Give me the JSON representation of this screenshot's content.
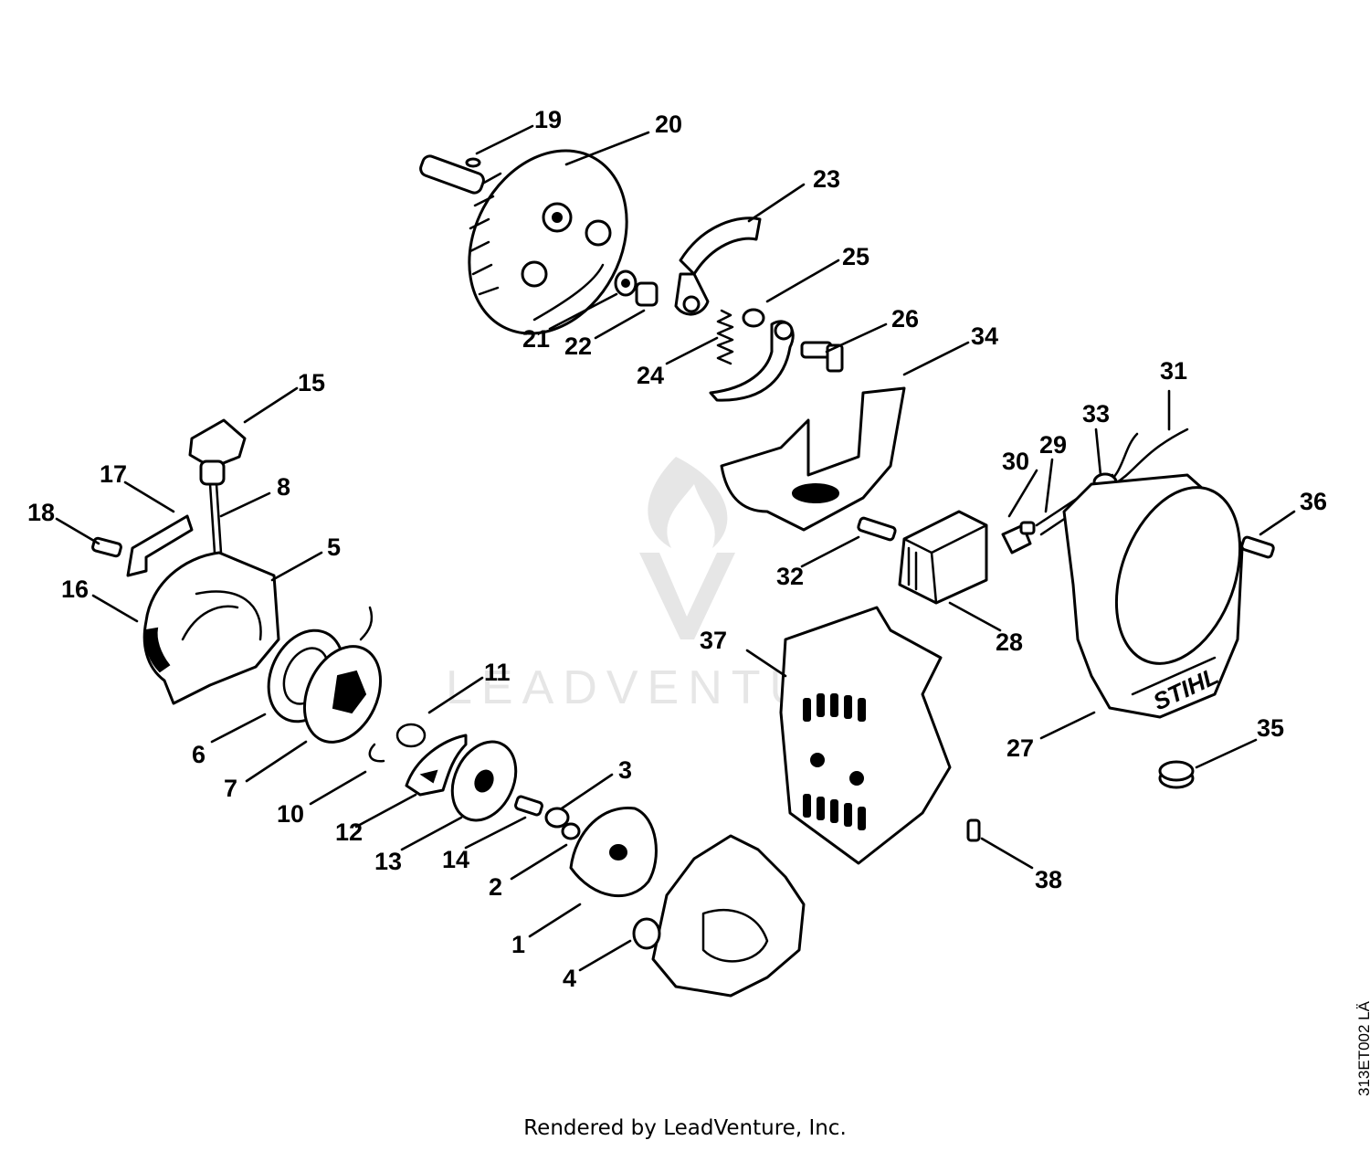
{
  "diagram": {
    "callouts": [
      "1",
      "2",
      "3",
      "4",
      "5",
      "6",
      "7",
      "8",
      "10",
      "11",
      "12",
      "13",
      "14",
      "15",
      "16",
      "17",
      "18",
      "19",
      "20",
      "21",
      "22",
      "23",
      "24",
      "25",
      "26",
      "27",
      "28",
      "29",
      "30",
      "31",
      "32",
      "33",
      "34",
      "35",
      "36",
      "37",
      "38"
    ],
    "brand_marking": "STIHL",
    "watermark": "LEADVENTURE",
    "drawing_code": "313ET002 LÄ"
  },
  "footer": {
    "credit": "Rendered by LeadVenture, Inc."
  }
}
